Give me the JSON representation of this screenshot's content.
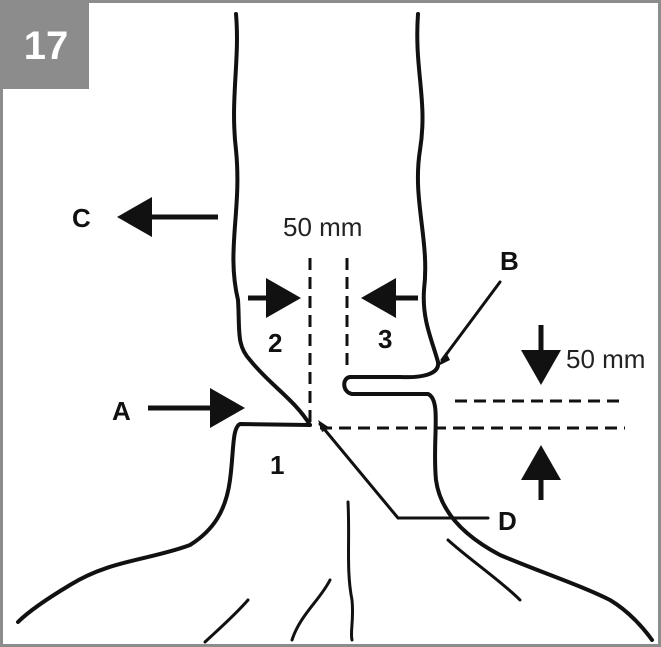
{
  "figure": {
    "number": "17",
    "measurement_top": "50 mm",
    "measurement_right": "50 mm",
    "labels": {
      "A": "A",
      "B": "B",
      "C": "C",
      "D": "D",
      "one": "1",
      "two": "2",
      "three": "3"
    },
    "colors": {
      "badge": "#8c8c8c",
      "ink": "#111111"
    }
  }
}
